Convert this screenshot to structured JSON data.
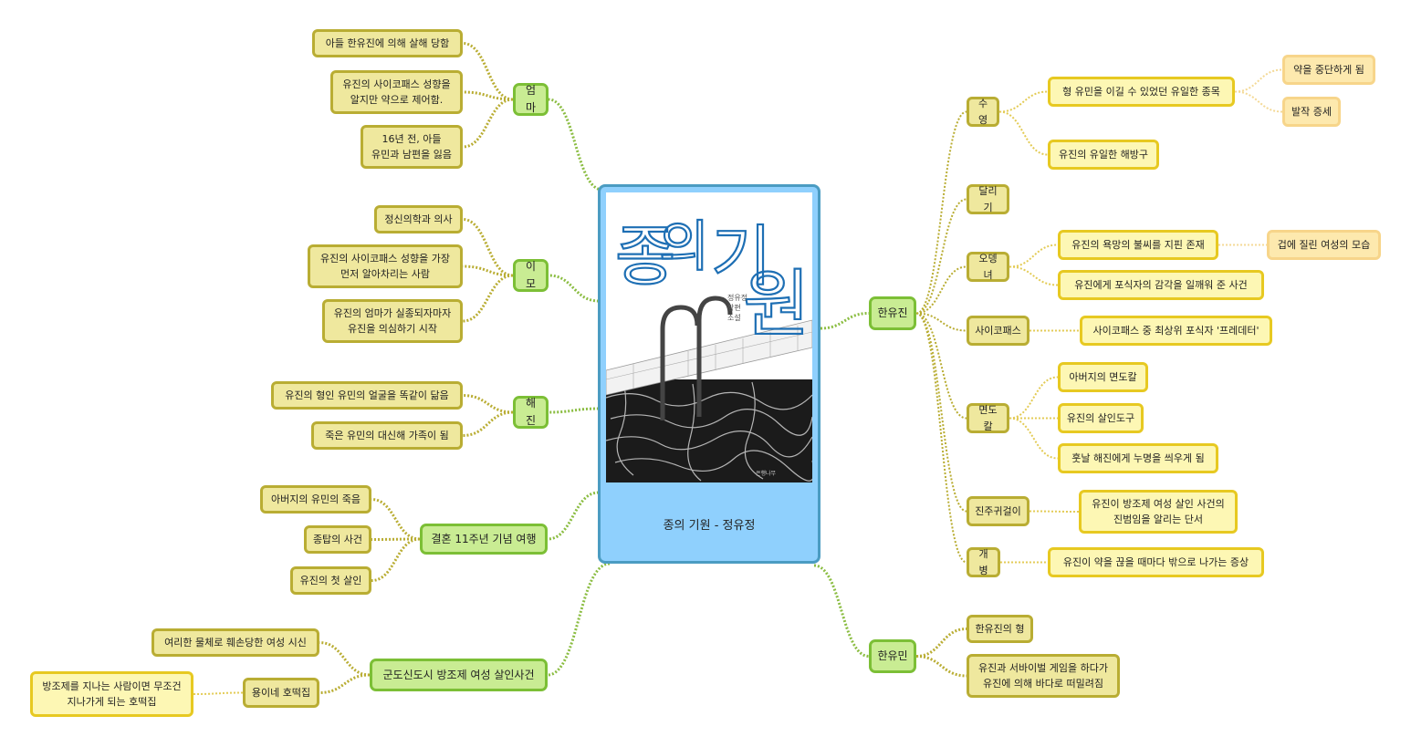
{
  "center": {
    "title": "종의 기원 - 정유정"
  },
  "cover": {
    "title_chars": [
      "종",
      "의",
      "기",
      "원"
    ],
    "subtitle_lines": [
      "정유정",
      "장편",
      "소설"
    ],
    "publisher": "은행나무"
  },
  "branches": {
    "mom": {
      "label": "엄마",
      "items": [
        "아들 한유진에 의해 살해 당함",
        "유진의 사이코패스 성향을\n알지만 약으로 제어함.",
        "16년 전, 아들\n유민과 남편을 잃음"
      ]
    },
    "aunt": {
      "label": "이모",
      "items": [
        "정신의학과 의사",
        "유진의 사이코패스 성향을 가장\n먼저 알아차리는 사람",
        "유진의 엄마가 실종되자마자\n유진을 의심하기 시작"
      ]
    },
    "haejin": {
      "label": "해진",
      "items": [
        "유진의 형인 유민의 얼굴을 똑같이 닮음",
        "죽은 유민의 대신해 가족이 됨"
      ]
    },
    "trip": {
      "label": "결혼 11주년 기념 여행",
      "items": [
        "아버지의 유민의 죽음",
        "종탑의 사건",
        "유진의 첫 살인"
      ]
    },
    "case": {
      "label": "군도신도시 방조제 여성 살인사건",
      "items": [
        "여리한 물체로 훼손당한 여성 시신",
        "용이네 호떡집"
      ],
      "sub": "방조제를 지나는 사람이면 무조건\n지나가게 되는 호떡집"
    },
    "yujin": {
      "label": "한유진",
      "swim": {
        "label": "수영",
        "items": [
          "형 유민을 이길 수 있었던 유일한 종목",
          "유진의 유일한 해방구"
        ],
        "sub": [
          "약을 중단하게 됨",
          "발작 증세"
        ]
      },
      "run": "달리기",
      "odengnyeo": {
        "label": "오뎅녀",
        "items": [
          "유진의 욕망의 불씨를 지핀 존재",
          "유진에게 포식자의  감각을 일깨워 준 사건"
        ],
        "sub": "겁에 질린 여성의 모습"
      },
      "psycho": {
        "label": "사이코패스",
        "item": "사이코패스 중 최상위 포식자 '프레데터'"
      },
      "razor": {
        "label": "면도칼",
        "items": [
          "아버지의 면도칼",
          "유진의 살인도구",
          "훗날 해진에게 누명을 씌우게 됨"
        ]
      },
      "earring": {
        "label": "진주귀걸이",
        "item": "유진이 방조제 여성 살인 사건의\n진범임을 알리는 단서"
      },
      "gaebyeong": {
        "label": "개병",
        "item": "유진이 약을 끊을 때마다 밖으로 나가는 증상"
      }
    },
    "yumin": {
      "label": "한유민",
      "items": [
        "한유진의 형",
        "유진과 서바이벌 게임을 하다가\n유진에 의해 바다로 떠밀려짐"
      ]
    }
  },
  "colors": {
    "level1_fill": "#c9ec93",
    "level1_border": "#7cbf36",
    "level2_fill": "#efe89e",
    "level2_border": "#b9ad33",
    "level3_fill": "#fde9ae",
    "level3_border": "#f7d58a",
    "center_fill": "#8fd0fd",
    "center_border": "#4b9cc2"
  }
}
